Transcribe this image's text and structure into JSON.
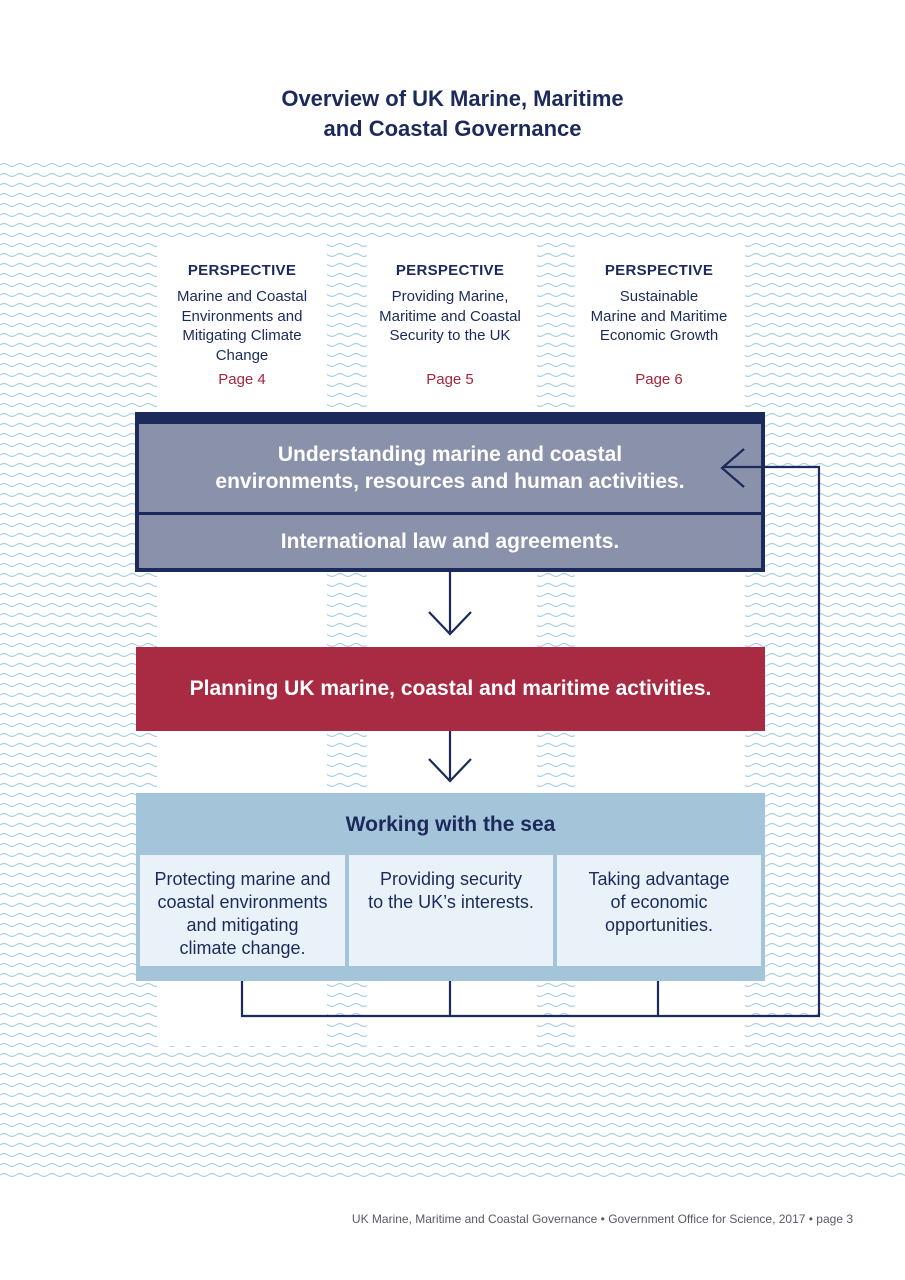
{
  "title": {
    "line1": "Overview of UK Marine, Maritime",
    "line2": "and Coastal Governance"
  },
  "perspectives": [
    {
      "heading": "PERSPECTIVE",
      "lines": [
        "Marine and Coastal",
        "Environments and",
        "Mitigating Climate",
        "Change"
      ],
      "page": "Page 4"
    },
    {
      "heading": "PERSPECTIVE",
      "lines": [
        "Providing Marine,",
        "Maritime and Coastal",
        "Security to the UK"
      ],
      "page": "Page 5"
    },
    {
      "heading": "PERSPECTIVE",
      "lines": [
        "Sustainable",
        "Marine and Maritime",
        "Economic Growth"
      ],
      "page": "Page 6"
    }
  ],
  "understanding": {
    "line1": "Understanding marine and coastal",
    "line2": "environments, resources and human activities.",
    "law": "International law and agreements."
  },
  "planning": "Planning UK marine, coastal and maritime activities.",
  "working": {
    "heading": "Working with the sea",
    "cells": [
      [
        "Protecting marine and",
        "coastal environments",
        "and mitigating",
        "climate change."
      ],
      [
        "Providing security",
        "to the UK’s interests."
      ],
      [
        "Taking advantage",
        "of economic",
        "opportunities."
      ]
    ]
  },
  "footer": "UK Marine, Maritime and Coastal Governance • Government Office for Science, 2017 • page 3",
  "colors": {
    "navy": "#1b2a5a",
    "red": "#a92a43",
    "light_blue": "#a4c4da",
    "slate": "#8a91aa",
    "wave": "#a9cfe6"
  }
}
